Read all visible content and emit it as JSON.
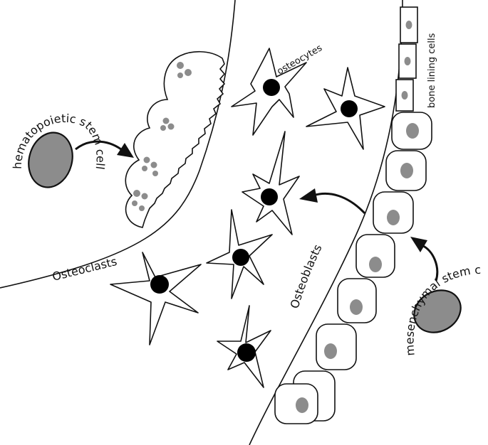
{
  "labels": {
    "hematopoietic": "hematopoietic stem cell",
    "osteoclasts": "Osteoclasts",
    "osteocytes": "osteocytes",
    "bone_lining": "bone lining cells",
    "osteoblasts": "Osteoblasts",
    "mesenchymal": "mesenchymal stem cell"
  },
  "colors": {
    "stroke": "#111111",
    "nucleus_grey": "#8c8c8c",
    "osteocyte_nucleus": "#000000",
    "background": "#ffffff"
  }
}
